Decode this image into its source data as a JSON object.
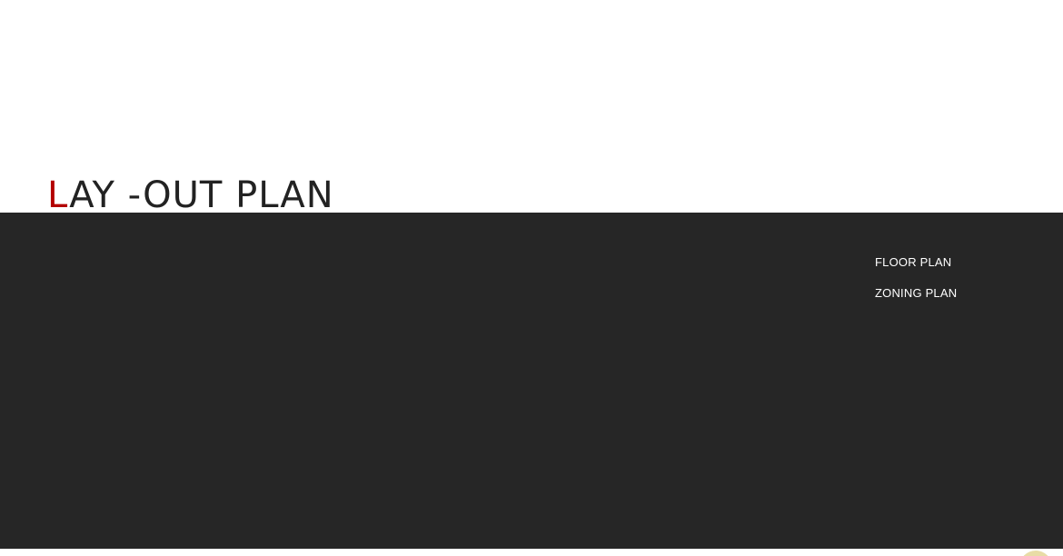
{
  "heading": {
    "first_letter": "L",
    "rest": "AY -OUT PLAN"
  },
  "menu": {
    "items": [
      {
        "label": "FLOOR PLAN"
      },
      {
        "label": "ZONING PLAN"
      }
    ]
  },
  "colors": {
    "accent": "#b30000",
    "panel": "#262626",
    "heading_text": "#222222",
    "menu_text": "#ffffff"
  }
}
